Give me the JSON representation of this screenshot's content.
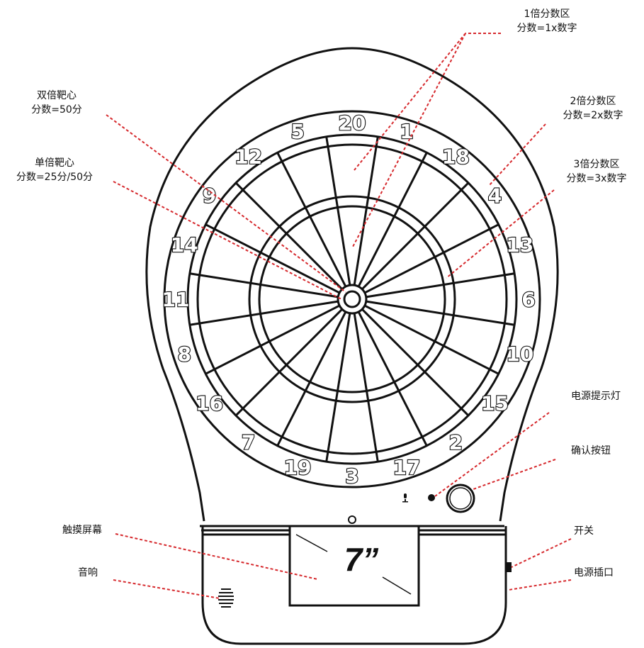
{
  "colors": {
    "outline": "#111111",
    "leader": "#d6292d",
    "background": "#ffffff"
  },
  "board": {
    "numbers": [
      "20",
      "1",
      "18",
      "4",
      "13",
      "6",
      "10",
      "15",
      "2",
      "17",
      "3",
      "19",
      "7",
      "16",
      "8",
      "11",
      "14",
      "9",
      "12",
      "5"
    ]
  },
  "screen": {
    "size_text": "7”"
  },
  "labels": {
    "single_zone_title": "1倍分数区",
    "single_zone_formula": "分数=1x数字",
    "double_zone_title": "2倍分数区",
    "double_zone_formula": "分数=2x数字",
    "triple_zone_title": "3倍分数区",
    "triple_zone_formula": "分数=3x数字",
    "double_bull_title": "双倍靶心",
    "double_bull_formula": "分数=50分",
    "single_bull_title": "单倍靶心",
    "single_bull_formula": "分数=25分/50分",
    "power_light": "电源提示灯",
    "confirm_button": "确认按钮",
    "touch_screen": "触摸屏幕",
    "speaker": "音响",
    "switch": "开关",
    "power_socket": "电源插口"
  },
  "icons": {
    "mic": "microphone-icon",
    "speaker": "speaker-grille-icon"
  }
}
